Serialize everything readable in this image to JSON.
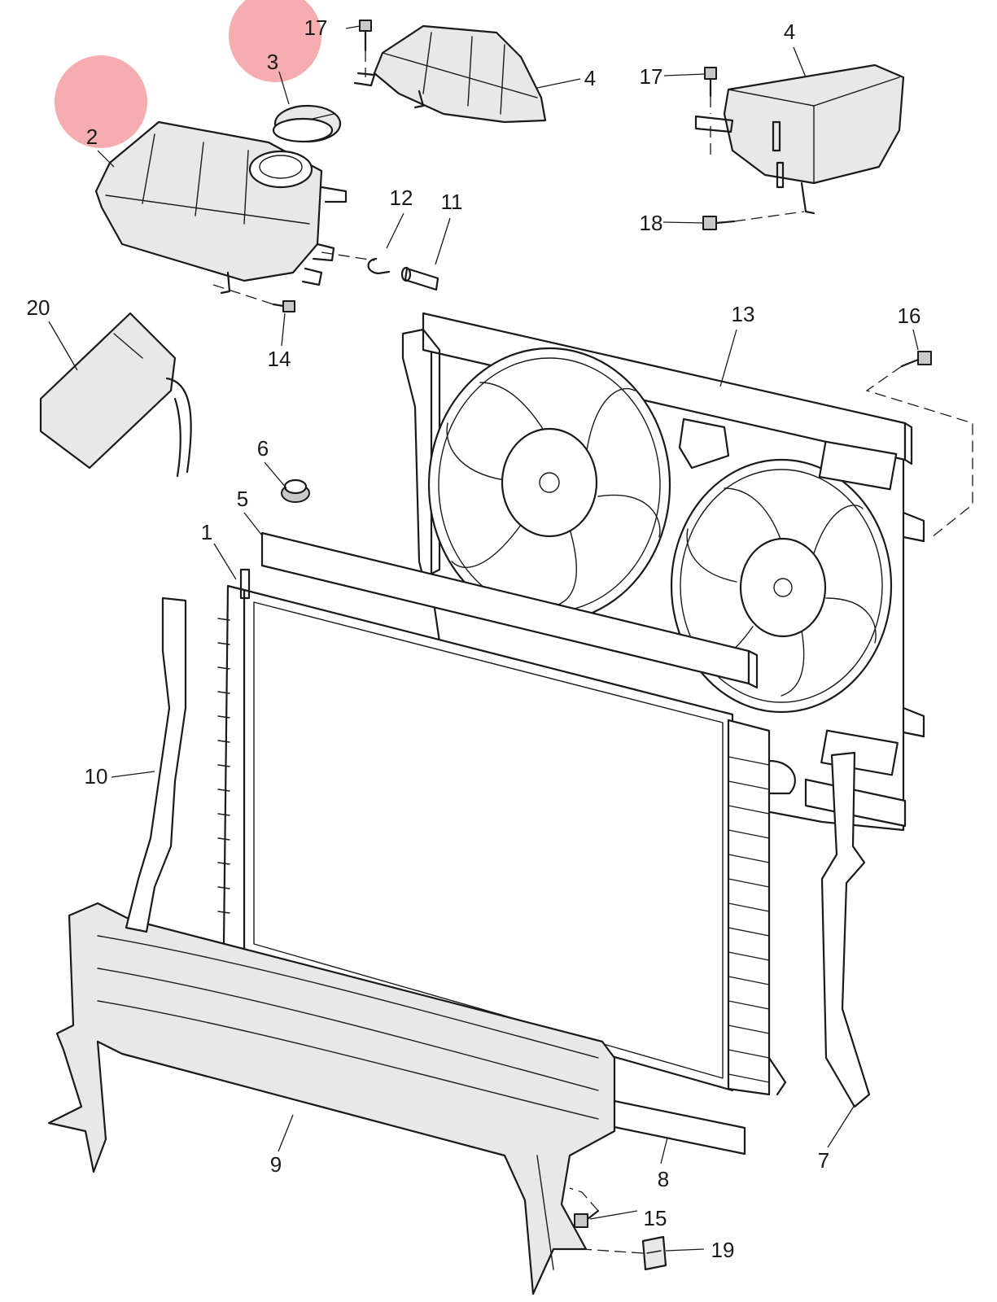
{
  "callouts": [
    {
      "id": "c1",
      "label": "1"
    },
    {
      "id": "c2",
      "label": "2"
    },
    {
      "id": "c3",
      "label": "3"
    },
    {
      "id": "c4a",
      "label": "4"
    },
    {
      "id": "c4b",
      "label": "4"
    },
    {
      "id": "c5",
      "label": "5"
    },
    {
      "id": "c6",
      "label": "6"
    },
    {
      "id": "c7",
      "label": "7"
    },
    {
      "id": "c8",
      "label": "8"
    },
    {
      "id": "c9",
      "label": "9"
    },
    {
      "id": "c10",
      "label": "10"
    },
    {
      "id": "c11",
      "label": "11"
    },
    {
      "id": "c12",
      "label": "12"
    },
    {
      "id": "c13",
      "label": "13"
    },
    {
      "id": "c14",
      "label": "14"
    },
    {
      "id": "c15",
      "label": "15"
    },
    {
      "id": "c16",
      "label": "16"
    },
    {
      "id": "c17a",
      "label": "17"
    },
    {
      "id": "c17b",
      "label": "17"
    },
    {
      "id": "c18",
      "label": "18"
    },
    {
      "id": "c19",
      "label": "19"
    },
    {
      "id": "c20",
      "label": "20"
    }
  ],
  "highlight_color": "#f4a4a6",
  "line_color": "#1a1a1a"
}
